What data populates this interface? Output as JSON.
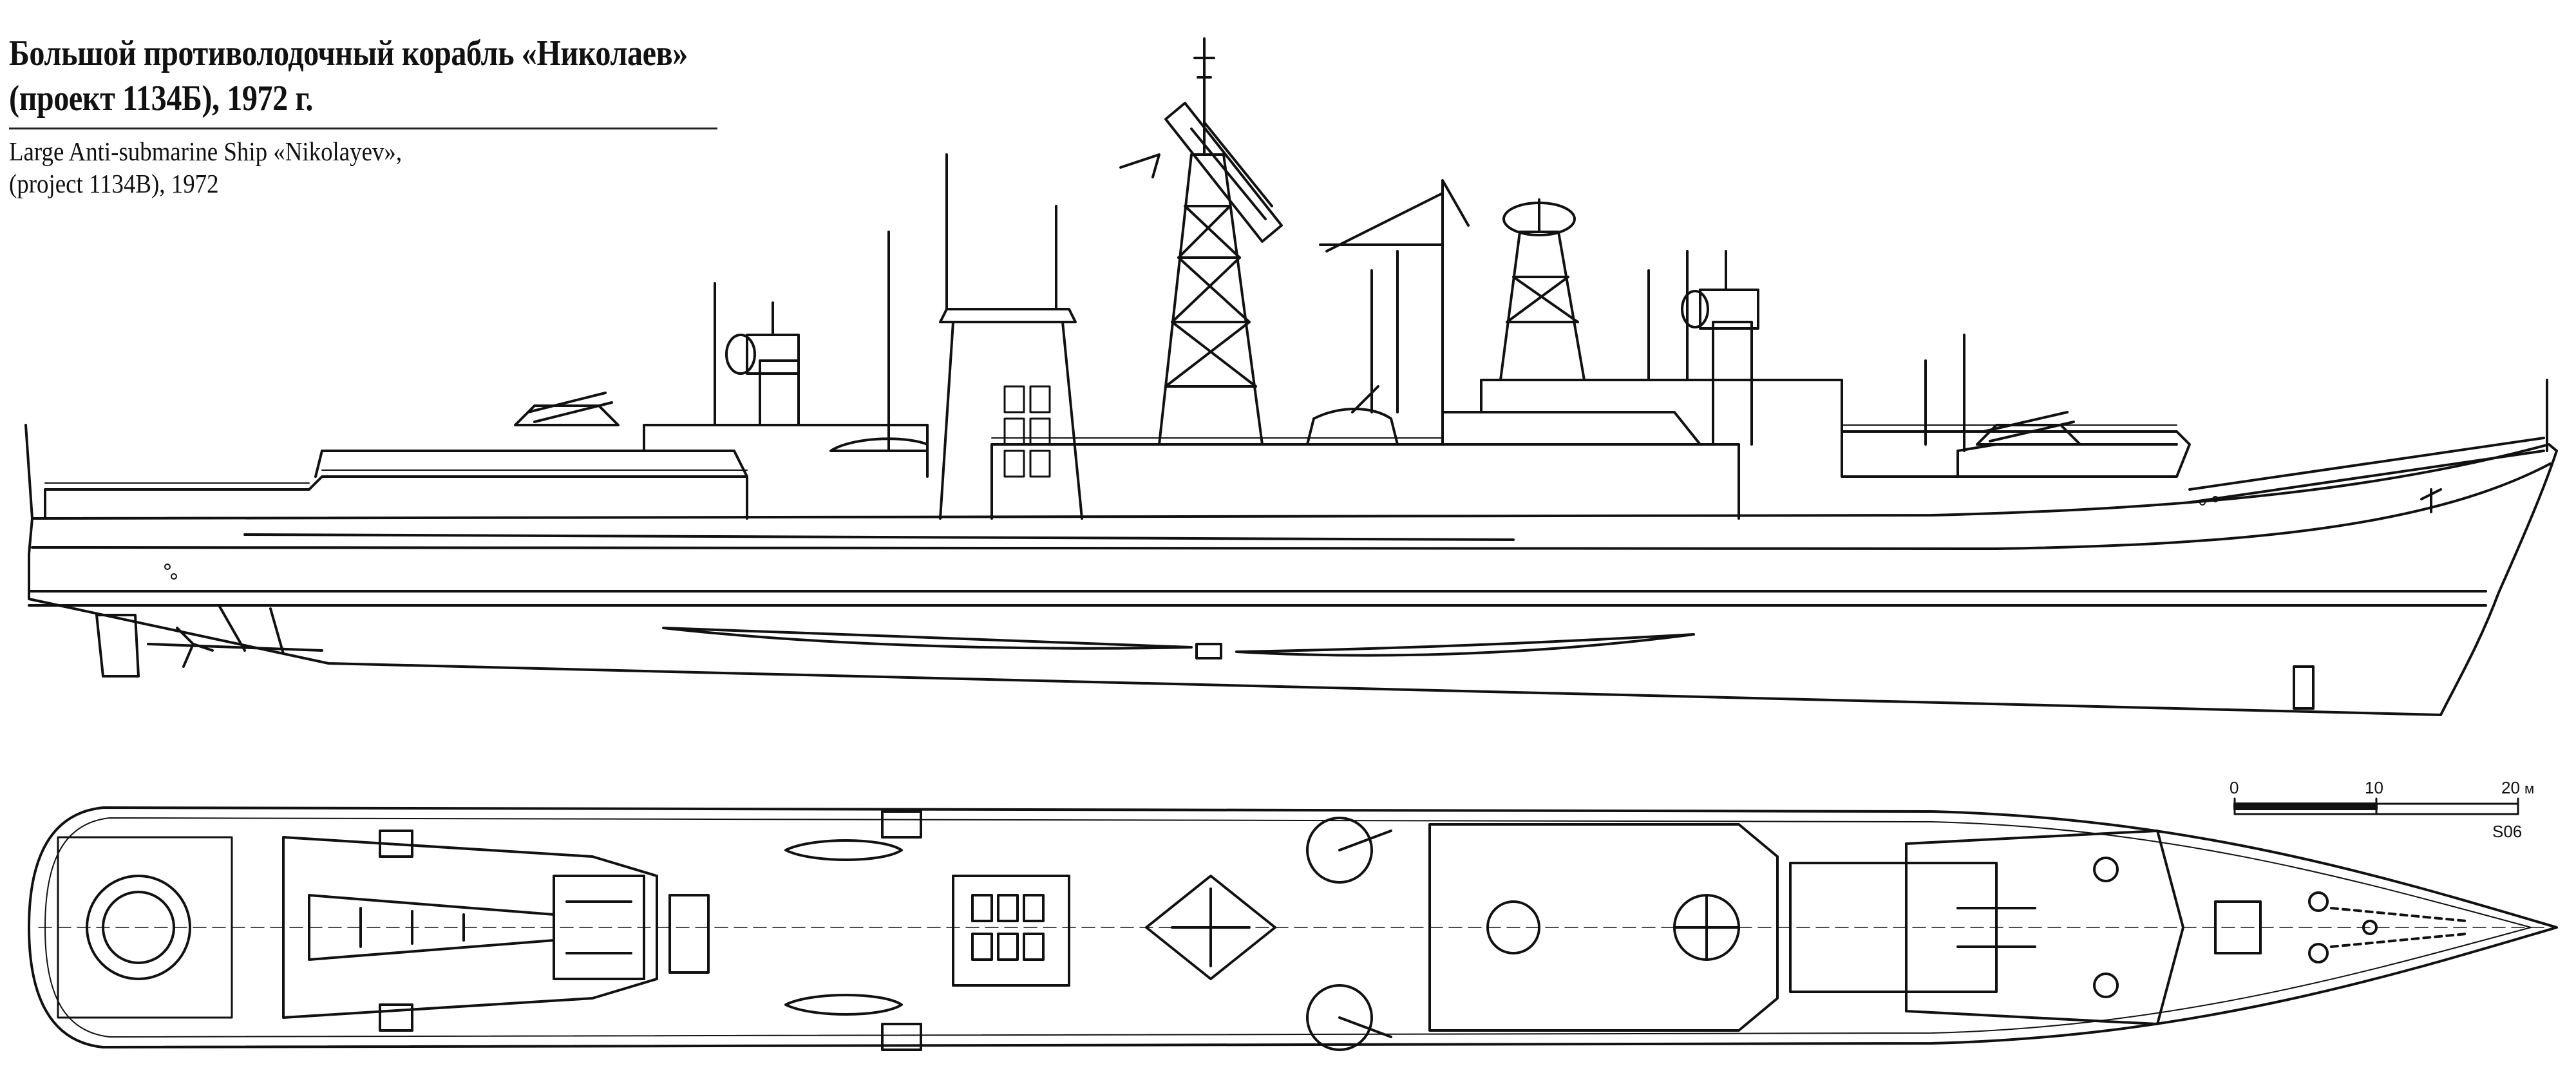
{
  "title": {
    "ru_line1": "Большой противолодочный корабль «Николаев»",
    "ru_line2": "(проект 1134Б), 1972 г.",
    "en_line1": "Large Anti-submarine Ship «Nikolayev»,",
    "en_line2": "(project 1134B), 1972"
  },
  "scale_bar": {
    "ticks": [
      "0",
      "10",
      "20"
    ],
    "unit": "м",
    "code": "S06"
  }
}
